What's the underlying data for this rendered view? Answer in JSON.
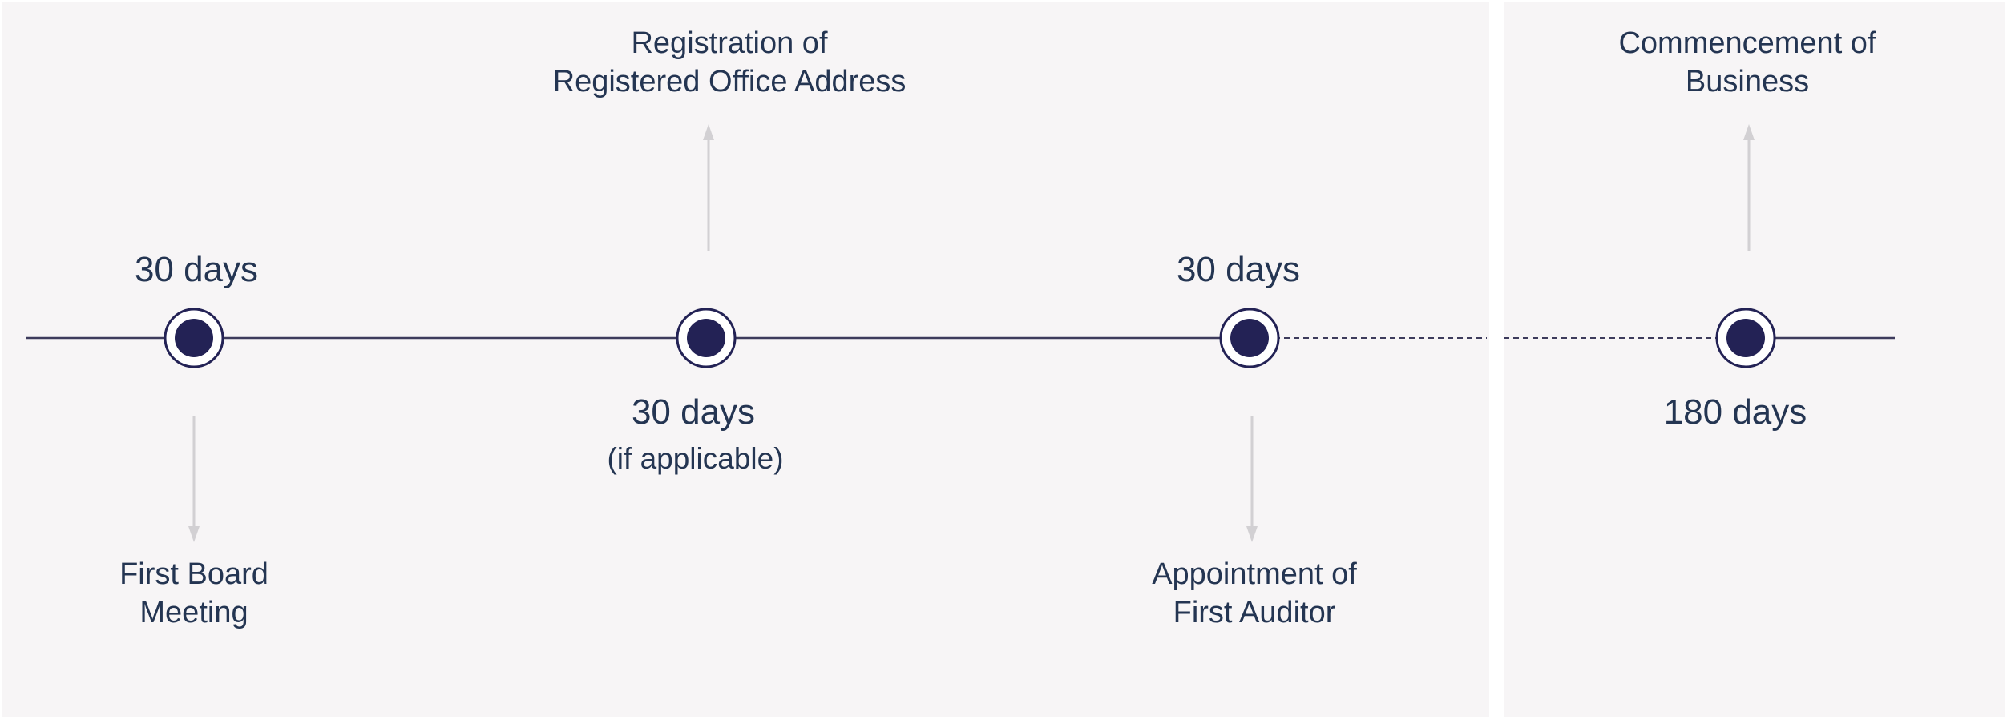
{
  "colors": {
    "panel": "#f7f5f6",
    "text": "#243552",
    "line": "#3d3b5c",
    "node_fill": "#232255",
    "arrow": "#d2d0d3"
  },
  "milestones": [
    {
      "id": "first-board-meeting",
      "days": "30 days",
      "event_line1": "First Board",
      "event_line2": "Meeting",
      "event_position": "below"
    },
    {
      "id": "registered-office",
      "days": "30 days",
      "days_note": "(if applicable)",
      "event_line1": "Registration of",
      "event_line2": "Registered Office Address",
      "event_position": "above"
    },
    {
      "id": "first-auditor",
      "days": "30 days",
      "event_line1": "Appointment of",
      "event_line2": "First Auditor",
      "event_position": "below"
    },
    {
      "id": "commencement",
      "days": "180 days",
      "event_line1": "Commencement of",
      "event_line2": "Business",
      "event_position": "above"
    }
  ]
}
